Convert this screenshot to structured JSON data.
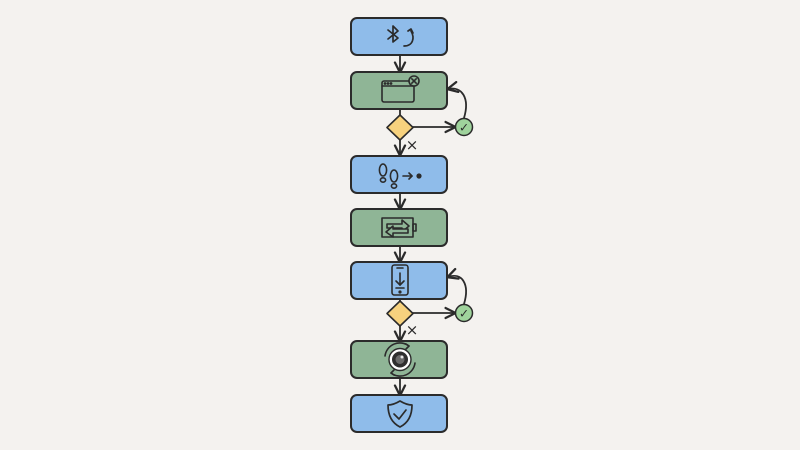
{
  "colors": {
    "background": "#f4f2ef",
    "blue_fill": "#8fbcea",
    "green_fill": "#8fb596",
    "decision_fill": "#f7d27e",
    "success_fill": "#9fd39c",
    "stroke": "#2b2b2b"
  },
  "flowchart": {
    "steps": [
      {
        "id": "bluetooth-restart",
        "color": "blue",
        "icon": "bluetooth-restart-icon"
      },
      {
        "id": "close-app-window",
        "color": "green",
        "icon": "window-close-icon"
      },
      {
        "id": "walk-closer",
        "color": "blue",
        "icon": "footsteps-approach-icon"
      },
      {
        "id": "toggle-connection",
        "color": "green",
        "icon": "swap-arrows-battery-icon"
      },
      {
        "id": "phone-update",
        "color": "blue",
        "icon": "phone-download-icon"
      },
      {
        "id": "reset-device",
        "color": "green",
        "icon": "camera-reset-icon"
      },
      {
        "id": "secured",
        "color": "blue",
        "icon": "shield-check-icon"
      }
    ],
    "decisions": [
      {
        "after_step": "close-app-window",
        "yes_symbol": "✓",
        "no_symbol": "×"
      },
      {
        "after_step": "phone-update",
        "yes_symbol": "✓",
        "no_symbol": "×"
      }
    ]
  }
}
